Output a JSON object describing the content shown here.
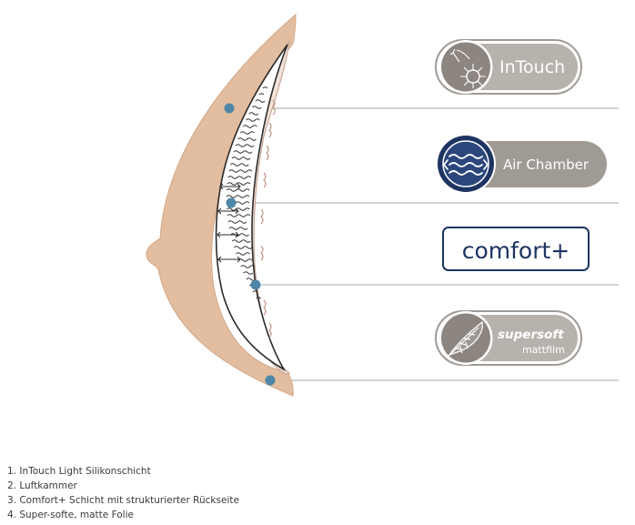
{
  "colors": {
    "skin": "#e3bd9f",
    "skin_outline": "#d2a887",
    "back_layer": "#f3e3d9",
    "dot": "#4e86a8",
    "leader_line": "#b9b9b9",
    "badge_grey_dark": "#8d8680",
    "badge_grey_mid": "#a09a94",
    "badge_grey_light": "#b8b2ad",
    "badge_navy": "#1d3461",
    "badge_navy_mid": "#2b477c",
    "legend_text": "#3a3a3a"
  },
  "badges": {
    "intouch": {
      "label": "InTouch",
      "icon": "dandelion-icon"
    },
    "air_chamber": {
      "label": "Air Chamber",
      "icon": "waves-arrows-icon"
    },
    "comfort": {
      "label": "comfort+"
    },
    "supersoft": {
      "label_top": "supersoft",
      "label_bottom": "mattfilm",
      "icon": "feather-icon"
    }
  },
  "legend": [
    "1. InTouch Light Silikonschicht",
    "2. Luftkammer",
    "3. Comfort+ Schicht mit strukturierter Rückseite",
    "4. Super-softe, matte Folie"
  ]
}
